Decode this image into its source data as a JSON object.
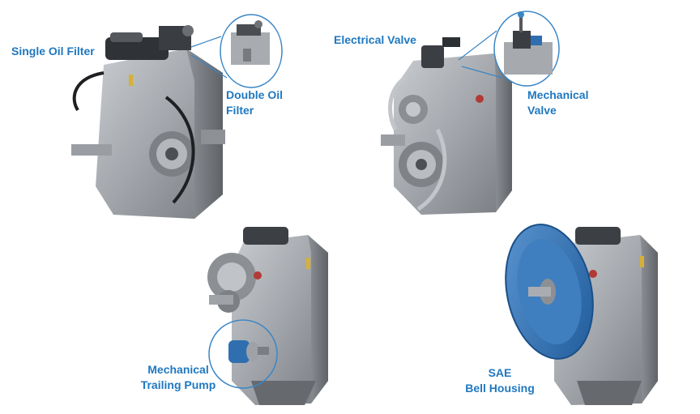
{
  "labels": {
    "single_oil_filter": "Single Oil Filter",
    "double_oil_filter_line1": "Double Oil",
    "double_oil_filter_line2": "Filter",
    "electrical_valve": "Electrical Valve",
    "mechanical_valve_line1": "Mechanical",
    "mechanical_valve_line2": "Valve",
    "mechanical_trailing_pump_line1": "Mechanical",
    "mechanical_trailing_pump_line2": "Trailing Pump",
    "sae_bell_housing_line1": "SAE",
    "sae_bell_housing_line2": "Bell Housing"
  },
  "colors": {
    "label": "#1f78c1",
    "callout": "#3b86c6",
    "housing": "#a9adb2",
    "housing_dark": "#6f7379",
    "bell_housing": "#2f6fb0"
  }
}
